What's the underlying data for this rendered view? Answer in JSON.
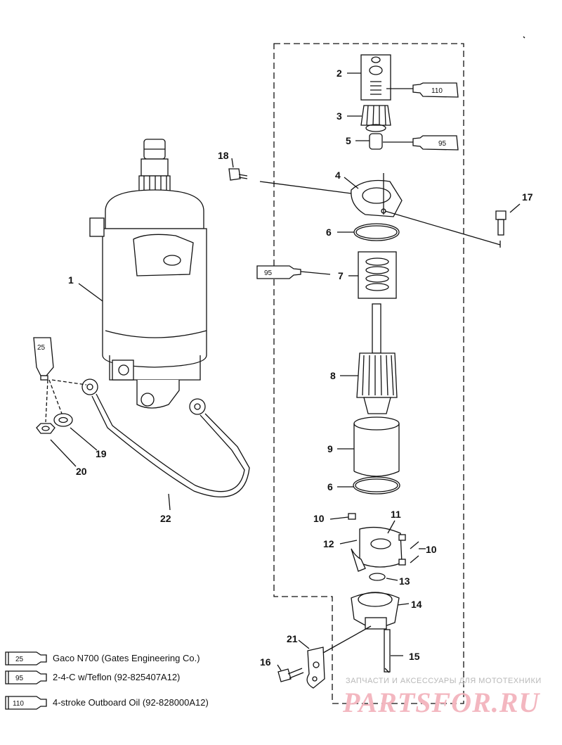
{
  "callouts": {
    "c1": "1",
    "c2": "2",
    "c3": "3",
    "c4": "4",
    "c5": "5",
    "c6a": "6",
    "c6b": "6",
    "c7": "7",
    "c8": "8",
    "c9": "9",
    "c10a": "10",
    "c10b": "10",
    "c11": "11",
    "c12": "12",
    "c13": "13",
    "c14": "14",
    "c15": "15",
    "c16": "16",
    "c17": "17",
    "c18": "18",
    "c19": "19",
    "c20": "20",
    "c21": "21",
    "c22": "22"
  },
  "tubes": {
    "t110": "110",
    "t95a": "95",
    "t95b": "95",
    "t25": "25"
  },
  "legend": [
    {
      "code": "25",
      "text": "Gaco N700 (Gates Engineering Co.)"
    },
    {
      "code": "95",
      "text": "2-4-C w/Teflon (92-825407A12)"
    },
    {
      "code": "110",
      "text": "4-stroke Outboard Oil (92-828000A12)"
    }
  ],
  "watermark": {
    "small": "ЗАПЧАСТИ И АКСЕССУАРЫ ДЛЯ МОТОТЕХНИКИ",
    "big": "PARTSFOR.RU"
  }
}
